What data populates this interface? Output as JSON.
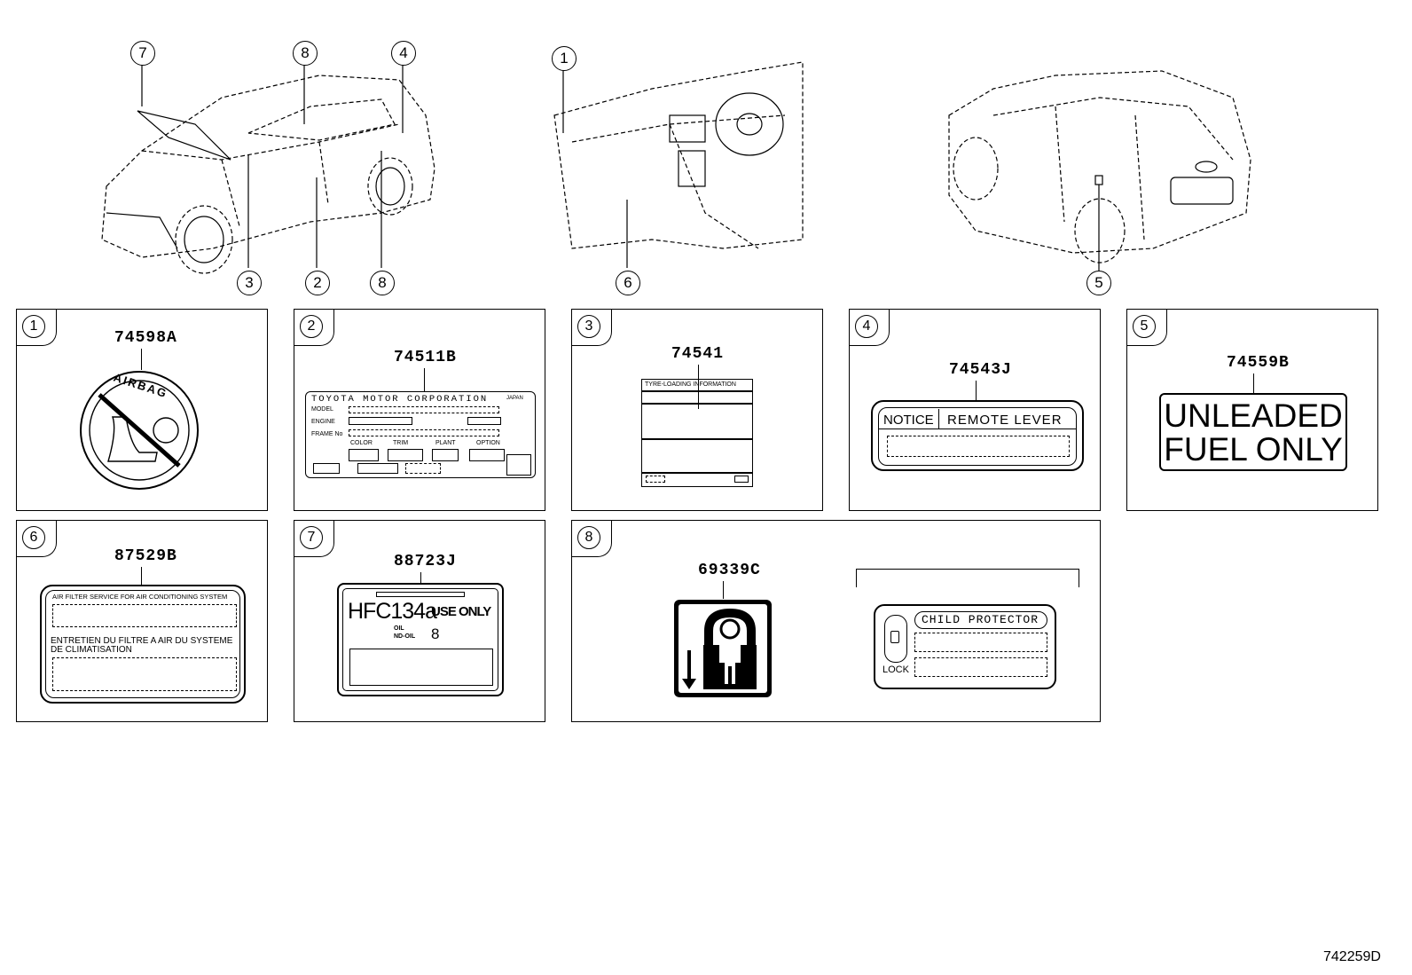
{
  "views": {
    "front": {
      "callouts": [
        "7",
        "8",
        "4",
        "3",
        "2",
        "8"
      ]
    },
    "interior": {
      "callouts": [
        "1",
        "6"
      ]
    },
    "rear": {
      "callouts": [
        "5"
      ]
    }
  },
  "panels": [
    {
      "num": "1",
      "code": "74598A",
      "label_text": "AIRBAG"
    },
    {
      "num": "2",
      "code": "74511B",
      "label_text": {
        "company": "TOYOTA MOTOR CORPORATION",
        "country": "JAPAN",
        "model": "MODEL",
        "engine": "ENGINE",
        "frame": "FRAME No",
        "color": "COLOR",
        "trim": "TRIM",
        "plant": "PLANT",
        "option": "OPTION"
      }
    },
    {
      "num": "3",
      "code": "74541",
      "label_text": "TYRE-LOADING INFORMATION"
    },
    {
      "num": "4",
      "code": "74543J",
      "label_text": {
        "notice": "NOTICE",
        "lever": "REMOTE LEVER"
      }
    },
    {
      "num": "5",
      "code": "74559B",
      "label_text": {
        "line1": "UNLEADED",
        "line2": "FUEL ONLY"
      }
    },
    {
      "num": "6",
      "code": "87529B",
      "label_text": {
        "line1": "AIR FILTER SERVICE FOR AIR CONDITIONING SYSTEM",
        "line2": "ENTRETIEN DU FILTRE A AIR DU SYSTEME",
        "line3": "DE CLIMATISATION"
      }
    },
    {
      "num": "7",
      "code": "88723J",
      "label_text": {
        "main": "HFC134a",
        "use": "USE ONLY",
        "oil": "OIL",
        "ndoil": "ND-OIL",
        "oilnum": "8"
      }
    },
    {
      "num": "8",
      "code": "69339C",
      "label_text": {
        "child": "CHILD PROTECTOR",
        "lock": "LOCK"
      }
    }
  ],
  "figure_id": "742259D"
}
